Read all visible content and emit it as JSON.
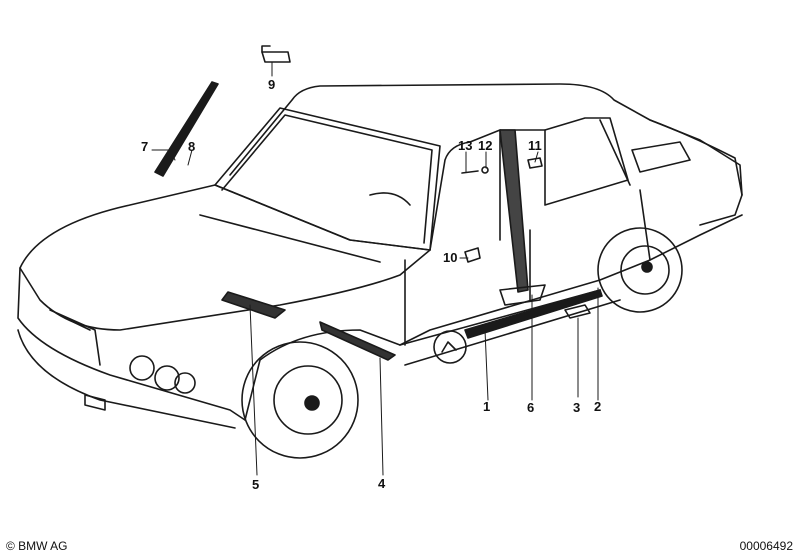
{
  "callouts": {
    "c1": "1",
    "c2": "2",
    "c3": "3",
    "c4": "4",
    "c5": "5",
    "c6": "6",
    "c7": "7",
    "c8": "8",
    "c9": "9",
    "c10": "10",
    "c11": "11",
    "c12": "12",
    "c13": "13"
  },
  "footer": {
    "copyright": "© BMW AG",
    "diagram_number": "00006492"
  }
}
